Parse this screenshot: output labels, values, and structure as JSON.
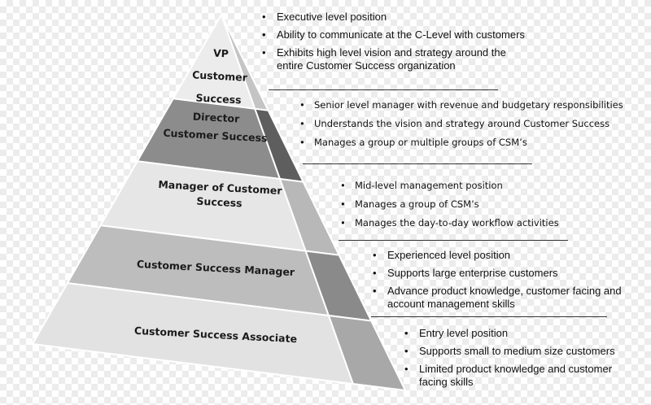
{
  "tiers": [
    {
      "lines": [
        "VP",
        "Customer",
        "Success"
      ],
      "bullets": [
        "Executive level position",
        "Ability to communicate at the  C-Level with customers",
        "Exhibits high level vision and strategy around the entire Customer Success organization"
      ]
    },
    {
      "lines": [
        "Director",
        "Customer Success"
      ],
      "bullets": [
        "Senior level manager with revenue and budgetary responsibilities",
        "Understands the vision and strategy around Customer Success",
        "Manages a group or multiple groups of CSM’s"
      ]
    },
    {
      "lines": [
        "Manager of Customer",
        "Success"
      ],
      "bullets": [
        "Mid-level management position",
        "Manages a group of CSM’s",
        "Manages the day-to-day workflow activities"
      ]
    },
    {
      "lines": [
        "Customer Success  Manager"
      ],
      "bullets": [
        "Experienced level position",
        "Supports large enterprise customers",
        "Advance product knowledge, customer facing and account management skills"
      ]
    },
    {
      "lines": [
        "Customer Success Associate"
      ],
      "bullets": [
        "Entry level position",
        "Supports small to medium size customers",
        "Limited product knowledge and customer facing skills"
      ]
    }
  ],
  "colors": {
    "tier_fills": [
      "#ececec",
      "#8c8c8c",
      "#e6e6e6",
      "#bdbdbd",
      "#e2e2e2"
    ],
    "side_fills": [
      "#c4c4c4",
      "#5e5e5e",
      "#b8b8b8",
      "#8a8a8a",
      "#a8a8a8"
    ],
    "outline": "#ffffff"
  }
}
